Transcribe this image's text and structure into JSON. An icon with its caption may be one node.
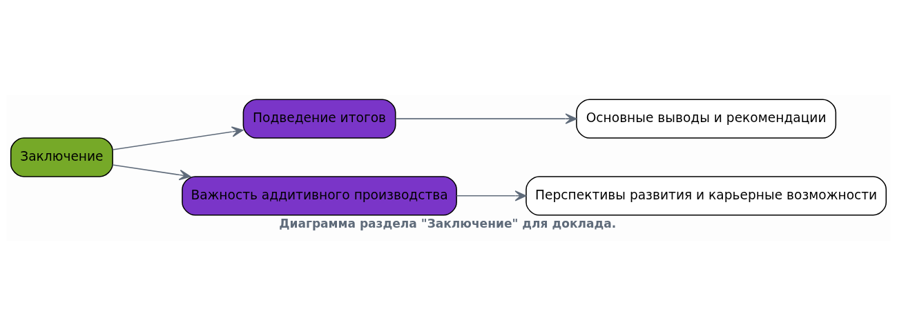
{
  "diagram": {
    "caption": "Диаграмма раздела \"Заключение\" для доклада.",
    "nodes": [
      {
        "text": [
          "Заключение"
        ]
      },
      {
        "text": [
          "Подведение итогов"
        ]
      },
      {
        "text": [
          "Важность аддитивного производства"
        ]
      },
      {
        "text": [
          "Основные выводы и рекомендации"
        ]
      },
      {
        "text": [
          "Перспективы развития и карьерные возможности"
        ]
      }
    ],
    "edges": [
      {
        "from": 0,
        "to": 1,
        "arrow": "to"
      },
      {
        "from": 0,
        "to": 2,
        "arrow": "to"
      },
      {
        "from": 1,
        "to": 3,
        "arrow": "to"
      },
      {
        "from": 2,
        "to": 4,
        "arrow": "to"
      }
    ]
  }
}
